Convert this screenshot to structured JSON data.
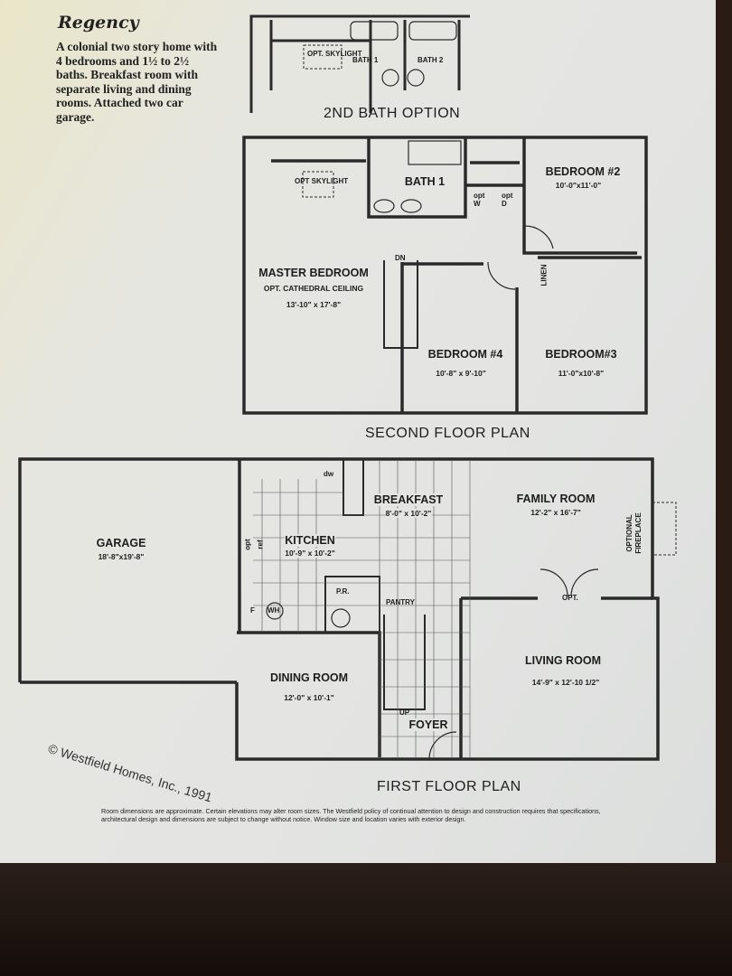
{
  "header": {
    "title": "Regency",
    "description": "A colonial two story home with 4 bedrooms and 1½ to 2½ baths. Breakfast room with separate living and dining rooms. Attached two car garage."
  },
  "bath_option": {
    "caption": "2ND BATH OPTION",
    "skylight": "OPT. SKYLIGHT",
    "bath1": "BATH 1",
    "bath2": "BATH 2"
  },
  "second_floor": {
    "caption": "SECOND FLOOR PLAN",
    "rooms": [
      {
        "name": "MASTER BEDROOM",
        "note": "OPT. CATHEDRAL CEILING",
        "dim": "13'-10\" x 17'-8\""
      },
      {
        "name": "BATH 1"
      },
      {
        "name": "BEDROOM #2",
        "dim": "10'-0\"x11'-0\""
      },
      {
        "name": "BEDROOM #4",
        "dim": "10'-8\" x 9'-10\""
      },
      {
        "name": "BEDROOM#3",
        "dim": "11'-0\"x10'-8\""
      }
    ],
    "labels": {
      "skylight": "OPT SKYLIGHT",
      "dn": "DN",
      "linen": "LINEN",
      "opt_w": "opt W",
      "opt_d": "opt D"
    }
  },
  "first_floor": {
    "caption": "FIRST FLOOR PLAN",
    "rooms": [
      {
        "name": "GARAGE",
        "dim": "18'-8\"x19'-8\""
      },
      {
        "name": "KITCHEN",
        "dim": "10'-9\" x 10'-2\""
      },
      {
        "name": "BREAKFAST",
        "dim": "8'-0\" x 10'-2\""
      },
      {
        "name": "FAMILY ROOM",
        "dim": "12'-2\" x 16'-7\""
      },
      {
        "name": "DINING ROOM",
        "dim": "12'-0\" x 10'-1\""
      },
      {
        "name": "LIVING ROOM",
        "dim": "14'-9\" x 12'-10 1/2\""
      },
      {
        "name": "FOYER"
      }
    ],
    "labels": {
      "dw": "dw",
      "opt": "opt",
      "ref": "ref",
      "f": "F",
      "wh": "WH",
      "pr": "P.R.",
      "pantry": "PANTRY",
      "up": "UP",
      "opt_door": "OPT.",
      "fireplace": "OPTIONAL FIREPLACE"
    }
  },
  "footer": {
    "copyright": "© Westfield Homes, Inc., 1991",
    "disclaimer": "Room dimensions are approximate. Certain elevations may alter room sizes. The Westfield policy of continual attention to design and construction requires that specifications, architectural design and dimensions are subject to change without notice. Window size and location varies with exterior design."
  }
}
